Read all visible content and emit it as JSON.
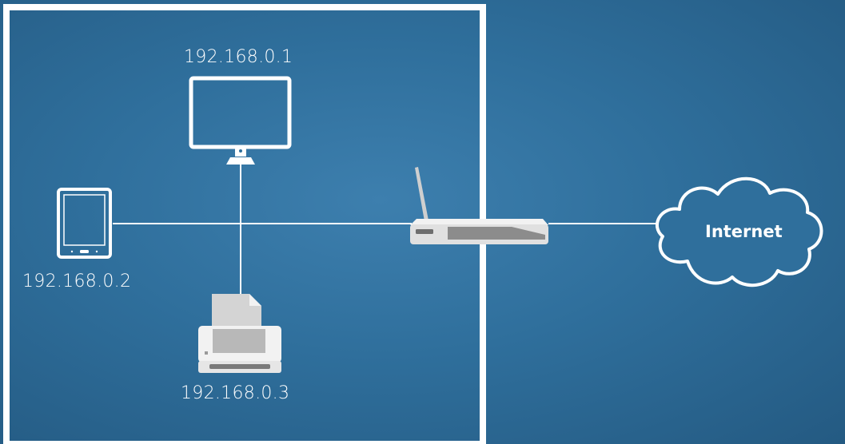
{
  "devices": {
    "monitor": {
      "ip": "192.168.0.1",
      "icon": "monitor-icon"
    },
    "tablet": {
      "ip": "192.168.0.2",
      "icon": "tablet-icon"
    },
    "printer": {
      "ip": "192.168.0.3",
      "icon": "printer-icon"
    },
    "router": {
      "icon": "router-icon"
    }
  },
  "cloud": {
    "label": "Internet",
    "icon": "cloud-icon"
  },
  "colors": {
    "background": "#2f6f9c",
    "line": "#ffffff",
    "device_gray": "#d9d9d9",
    "device_dark": "#7a7a7a"
  }
}
